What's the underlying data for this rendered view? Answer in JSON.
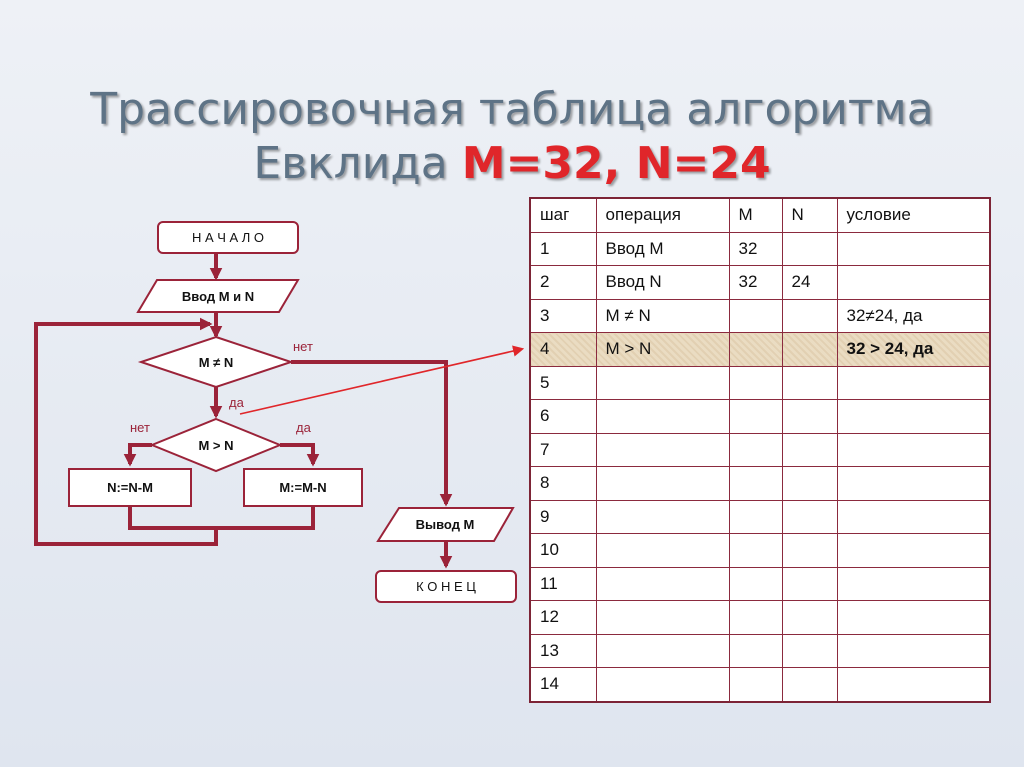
{
  "title": {
    "line1": "Трассировочная таблица алгоритма",
    "line2_prefix": "Евклида",
    "line2_highlight": "M=32, N=24"
  },
  "colors": {
    "accent": "#e0262a",
    "flow": "#9b2339",
    "title": "#5e7386",
    "highlight_row": "#eadcc2"
  },
  "flowchart": {
    "start": "Н А Ч А Л О",
    "input": "Ввод M и N",
    "cond1": "M ≠ N",
    "cond1_no": "нет",
    "cond1_yes": "да",
    "cond2": "M > N",
    "cond2_no": "нет",
    "cond2_yes": "да",
    "assign_n": "N:=N-M",
    "assign_m": "M:=M-N",
    "output": "Вывод M",
    "end": "К О Н Е Ц"
  },
  "table": {
    "headers": [
      "шаг",
      "операция",
      "M",
      "N",
      "условие"
    ],
    "highlight_row": 3,
    "rows": [
      [
        "1",
        "Ввод M",
        "32",
        "",
        ""
      ],
      [
        "2",
        "Ввод N",
        "32",
        "24",
        ""
      ],
      [
        "3",
        "M ≠ N",
        "",
        "",
        "32≠24, да"
      ],
      [
        "4",
        "M > N",
        "",
        "",
        "32 > 24, да"
      ],
      [
        "5",
        "",
        "",
        "",
        ""
      ],
      [
        "6",
        "",
        "",
        "",
        ""
      ],
      [
        "7",
        "",
        "",
        "",
        ""
      ],
      [
        "8",
        "",
        "",
        "",
        ""
      ],
      [
        "9",
        "",
        "",
        "",
        ""
      ],
      [
        "10",
        "",
        "",
        "",
        ""
      ],
      [
        "11",
        "",
        "",
        "",
        ""
      ],
      [
        "12",
        "",
        "",
        "",
        ""
      ],
      [
        "13",
        "",
        "",
        "",
        ""
      ],
      [
        "14",
        "",
        "",
        "",
        ""
      ]
    ]
  }
}
